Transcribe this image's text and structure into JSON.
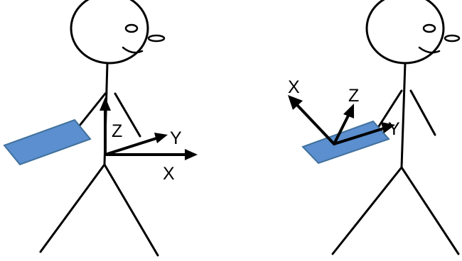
{
  "colors": {
    "device_fill": "#5b8fcf",
    "device_stroke": "#41719c",
    "line": "#000000",
    "background": "#ffffff"
  },
  "figures": [
    {
      "id": "left",
      "axes": {
        "x_label": "X",
        "y_label": "Y",
        "z_label": "Z"
      }
    },
    {
      "id": "right",
      "axes": {
        "x_label": "X",
        "y_label": "Y",
        "z_label": "Z"
      }
    }
  ]
}
